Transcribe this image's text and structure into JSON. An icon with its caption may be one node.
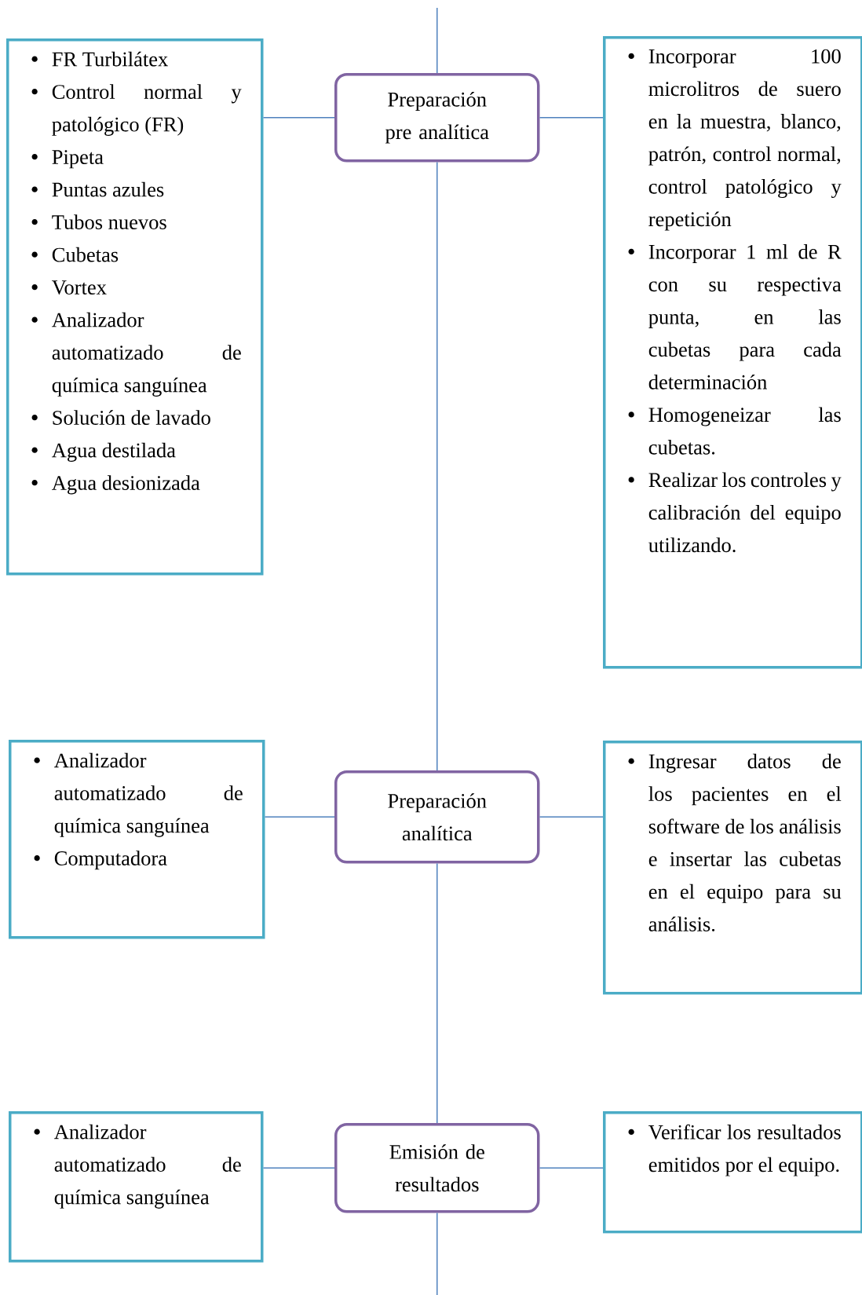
{
  "diagram": {
    "nodes": [
      {
        "text": [
          "FR Turbilátex",
          "Control normal y patológico (FR)",
          "Pipeta",
          "Puntas azules",
          "Tubos nuevos",
          "Cubetas",
          "Vortex",
          "Analizador automatizado de química sanguínea",
          "Solución de lavado",
          "Agua destilada",
          "Agua desionizada"
        ]
      },
      {
        "text": [
          "Preparación pre analítica"
        ]
      },
      {
        "text": [
          "Incorporar 100 microlitros de suero en la muestra, blanco, patrón, control normal, control patológico y repetición",
          "Incorporar 1 ml de R con su respectiva punta, en las cubetas para cada determinación",
          "Homogeneizar las cubetas.",
          "Realizar los controles y calibración del equipo utilizando."
        ]
      },
      {
        "text": [
          "Analizador automatizado de química sanguínea",
          "Computadora"
        ]
      },
      {
        "text": [
          "Preparación analítica"
        ]
      },
      {
        "text": [
          "Ingresar datos de los pacientes en el software de los análisis e insertar las cubetas en el equipo para su análisis."
        ]
      },
      {
        "text": [
          "Analizador automatizado de química sanguínea"
        ]
      },
      {
        "text": [
          "Emisión de resultados"
        ]
      },
      {
        "text": [
          "Verificar los resultados emitidos por el equipo."
        ]
      }
    ],
    "edges": [
      {
        "from": null,
        "to": 1,
        "arrow": "none"
      },
      {
        "from": 1,
        "to": 0,
        "arrow": "none"
      },
      {
        "from": 1,
        "to": 2,
        "arrow": "none"
      },
      {
        "from": 1,
        "to": 4,
        "arrow": "none"
      },
      {
        "from": 4,
        "to": 3,
        "arrow": "none"
      },
      {
        "from": 4,
        "to": 5,
        "arrow": "none"
      },
      {
        "from": 4,
        "to": 7,
        "arrow": "none"
      },
      {
        "from": 7,
        "to": 6,
        "arrow": "none"
      },
      {
        "from": 7,
        "to": 8,
        "arrow": "none"
      },
      {
        "from": 7,
        "to": null,
        "arrow": "none"
      }
    ]
  }
}
